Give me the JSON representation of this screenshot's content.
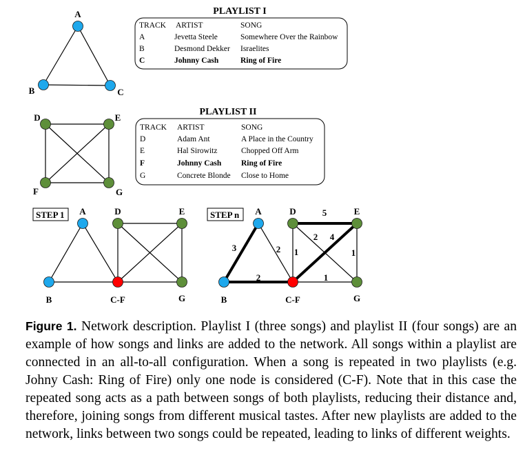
{
  "colors": {
    "blue_node": "#1ea8ec",
    "green_node": "#5e8f3a",
    "red_node": "#ff0000",
    "edge": "#000000"
  },
  "graphs": {
    "playlist_i_graph": {
      "nodes": [
        {
          "id": "A",
          "label": "A",
          "color": "blue"
        },
        {
          "id": "B",
          "label": "B",
          "color": "blue"
        },
        {
          "id": "C",
          "label": "C",
          "color": "blue"
        }
      ],
      "edges": [
        [
          "A",
          "B"
        ],
        [
          "A",
          "C"
        ],
        [
          "B",
          "C"
        ]
      ]
    },
    "playlist_ii_graph": {
      "nodes": [
        {
          "id": "D",
          "label": "D",
          "color": "green"
        },
        {
          "id": "E",
          "label": "E",
          "color": "green"
        },
        {
          "id": "F",
          "label": "F",
          "color": "green"
        },
        {
          "id": "G",
          "label": "G",
          "color": "green"
        }
      ],
      "edges": [
        [
          "D",
          "E"
        ],
        [
          "D",
          "F"
        ],
        [
          "D",
          "G"
        ],
        [
          "E",
          "F"
        ],
        [
          "E",
          "G"
        ],
        [
          "F",
          "G"
        ]
      ]
    },
    "step_1_graph": {
      "nodes": [
        {
          "id": "A",
          "label": "A",
          "color": "blue"
        },
        {
          "id": "B",
          "label": "B",
          "color": "blue"
        },
        {
          "id": "CF",
          "label": "C-F",
          "color": "red"
        },
        {
          "id": "D",
          "label": "D",
          "color": "green"
        },
        {
          "id": "E",
          "label": "E",
          "color": "green"
        },
        {
          "id": "G",
          "label": "G",
          "color": "green"
        }
      ],
      "edges": [
        [
          "A",
          "B"
        ],
        [
          "A",
          "CF"
        ],
        [
          "B",
          "CF"
        ],
        [
          "D",
          "E"
        ],
        [
          "D",
          "CF"
        ],
        [
          "D",
          "G"
        ],
        [
          "E",
          "CF"
        ],
        [
          "E",
          "G"
        ],
        [
          "CF",
          "G"
        ]
      ]
    },
    "step_n_graph": {
      "nodes": [
        {
          "id": "A",
          "label": "A",
          "color": "blue"
        },
        {
          "id": "B",
          "label": "B",
          "color": "blue"
        },
        {
          "id": "CF",
          "label": "C-F",
          "color": "red"
        },
        {
          "id": "D",
          "label": "D",
          "color": "green"
        },
        {
          "id": "E",
          "label": "E",
          "color": "green"
        },
        {
          "id": "G",
          "label": "G",
          "color": "green"
        }
      ],
      "edges": [
        {
          "from": "A",
          "to": "B",
          "weight": "3",
          "thick": true
        },
        {
          "from": "A",
          "to": "CF",
          "weight": "2",
          "thick": false
        },
        {
          "from": "B",
          "to": "CF",
          "weight": "2",
          "thick": true
        },
        {
          "from": "D",
          "to": "E",
          "weight": "5",
          "thick": true
        },
        {
          "from": "D",
          "to": "CF",
          "weight": "1",
          "thick": false
        },
        {
          "from": "D",
          "to": "G",
          "weight": "2",
          "thick": false
        },
        {
          "from": "E",
          "to": "CF",
          "weight": "4",
          "thick": true
        },
        {
          "from": "E",
          "to": "G",
          "weight": "1",
          "thick": false
        },
        {
          "from": "CF",
          "to": "G",
          "weight": "1",
          "thick": false
        }
      ]
    }
  },
  "step_1_label": "STEP 1",
  "step_n_label": "STEP n",
  "playlist_i": {
    "title": "PLAYLIST I",
    "headers": [
      "TRACK",
      "ARTIST",
      "SONG"
    ],
    "rows": [
      {
        "track": "A",
        "artist": "Jevetta Steele",
        "song": "Somewhere Over the Rainbow",
        "bold": false
      },
      {
        "track": "B",
        "artist": "Desmond Dekker",
        "song": "Israelites",
        "bold": false
      },
      {
        "track": "C",
        "artist": "Johnny Cash",
        "song": "Ring of Fire",
        "bold": true
      }
    ]
  },
  "playlist_ii": {
    "title": "PLAYLIST II",
    "headers": [
      "TRACK",
      "ARTIST",
      "SONG"
    ],
    "rows": [
      {
        "track": "D",
        "artist": "Adam Ant",
        "song": "A Place in the Country",
        "bold": false
      },
      {
        "track": "E",
        "artist": "Hal Sirowitz",
        "song": "Chopped Off Arm",
        "bold": false
      },
      {
        "track": "F",
        "artist": "Johnny Cash",
        "song": "Ring of Fire",
        "bold": true
      },
      {
        "track": "G",
        "artist": "Concrete Blonde",
        "song": "Close to Home",
        "bold": false
      }
    ]
  },
  "caption": {
    "label": "Figure 1.",
    "text": "Network description. Playlist I (three songs) and playlist II (four songs) are an example of how songs and links are added to the network. All songs within a playlist are connected in an all-to-all configuration. When a song is repeated in two playlists (e.g. Johny Cash: Ring of Fire) only one node is considered (C-F). Note that in this case the repeated song acts as a path between songs of both playlists, reducing their distance and, therefore, joining songs from different musical tastes. After new playlists are added to the network, links between two songs could be repeated, leading to links of different weights."
  }
}
